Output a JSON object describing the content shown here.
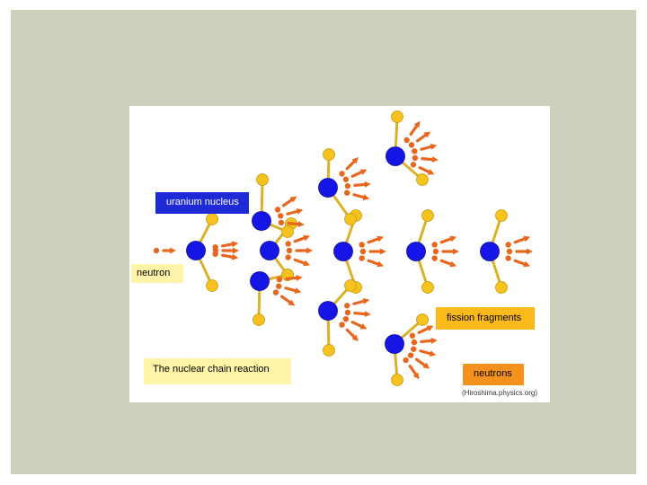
{
  "labels": {
    "uranium_nucleus": "uranium nucleus",
    "neutron": "neutron",
    "fission_fragments": "fission fragments",
    "chain_reaction": "The nuclear chain reaction",
    "neutrons": "neutrons",
    "credit": "(Hiroshima.physics.org)"
  },
  "colors": {
    "background": "#cdd1bc",
    "panel": "#ffffff",
    "nucleus": "#1515e6",
    "fragment": "#f6c21d",
    "neutron": "#e8671e",
    "fragment_link": "#d9b22a",
    "label_uranium": "#1e2ad6",
    "label_neutron": "#fff4a8",
    "label_fission": "#fbba1c",
    "label_chain": "#fff4a8",
    "label_neutrons": "#f5921e"
  }
}
